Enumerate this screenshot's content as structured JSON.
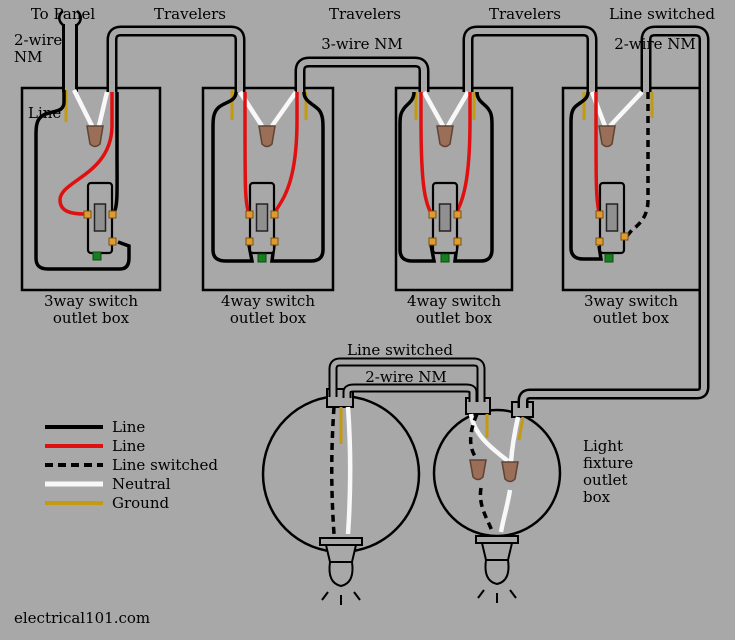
{
  "diagram": {
    "watermark": "electrical101.com",
    "colors": {
      "background": "#a8a8a8",
      "line_black": "#000000",
      "line_red": "#e01010",
      "neutral": "#f8f8f8",
      "ground": "#c49a10",
      "wirenut": "#9a6e57",
      "screw_orange": "#e09a30",
      "screw_green": "#15801d"
    },
    "top": {
      "to_panel": "To Panel",
      "travelers": [
        "Travelers",
        "Travelers",
        "Travelers"
      ],
      "line_switched": "Line switched",
      "nm2_left": [
        "2-wire",
        "NM"
      ],
      "nm3": "3-wire NM",
      "nm2_right": "2-wire NM",
      "line": "Line"
    },
    "boxes": [
      {
        "line1": "3way switch",
        "line2": "outlet box"
      },
      {
        "line1": "4way switch",
        "line2": "outlet box"
      },
      {
        "line1": "4way switch",
        "line2": "outlet box"
      },
      {
        "line1": "3way switch",
        "line2": "outlet box"
      }
    ],
    "fixtures": {
      "line_switched": "Line switched",
      "nm2": "2-wire NM",
      "label": [
        "Light",
        "fixture",
        "outlet",
        "box"
      ]
    },
    "legend": [
      {
        "label": "Line",
        "color": "#000000",
        "style": "solid"
      },
      {
        "label": "Line",
        "color": "#e01010",
        "style": "solid"
      },
      {
        "label": "Line switched",
        "color": "#000000",
        "style": "dashed"
      },
      {
        "label": "Neutral",
        "color": "#f8f8f8",
        "style": "solid"
      },
      {
        "label": "Ground",
        "color": "#c49a10",
        "style": "solid"
      }
    ]
  }
}
